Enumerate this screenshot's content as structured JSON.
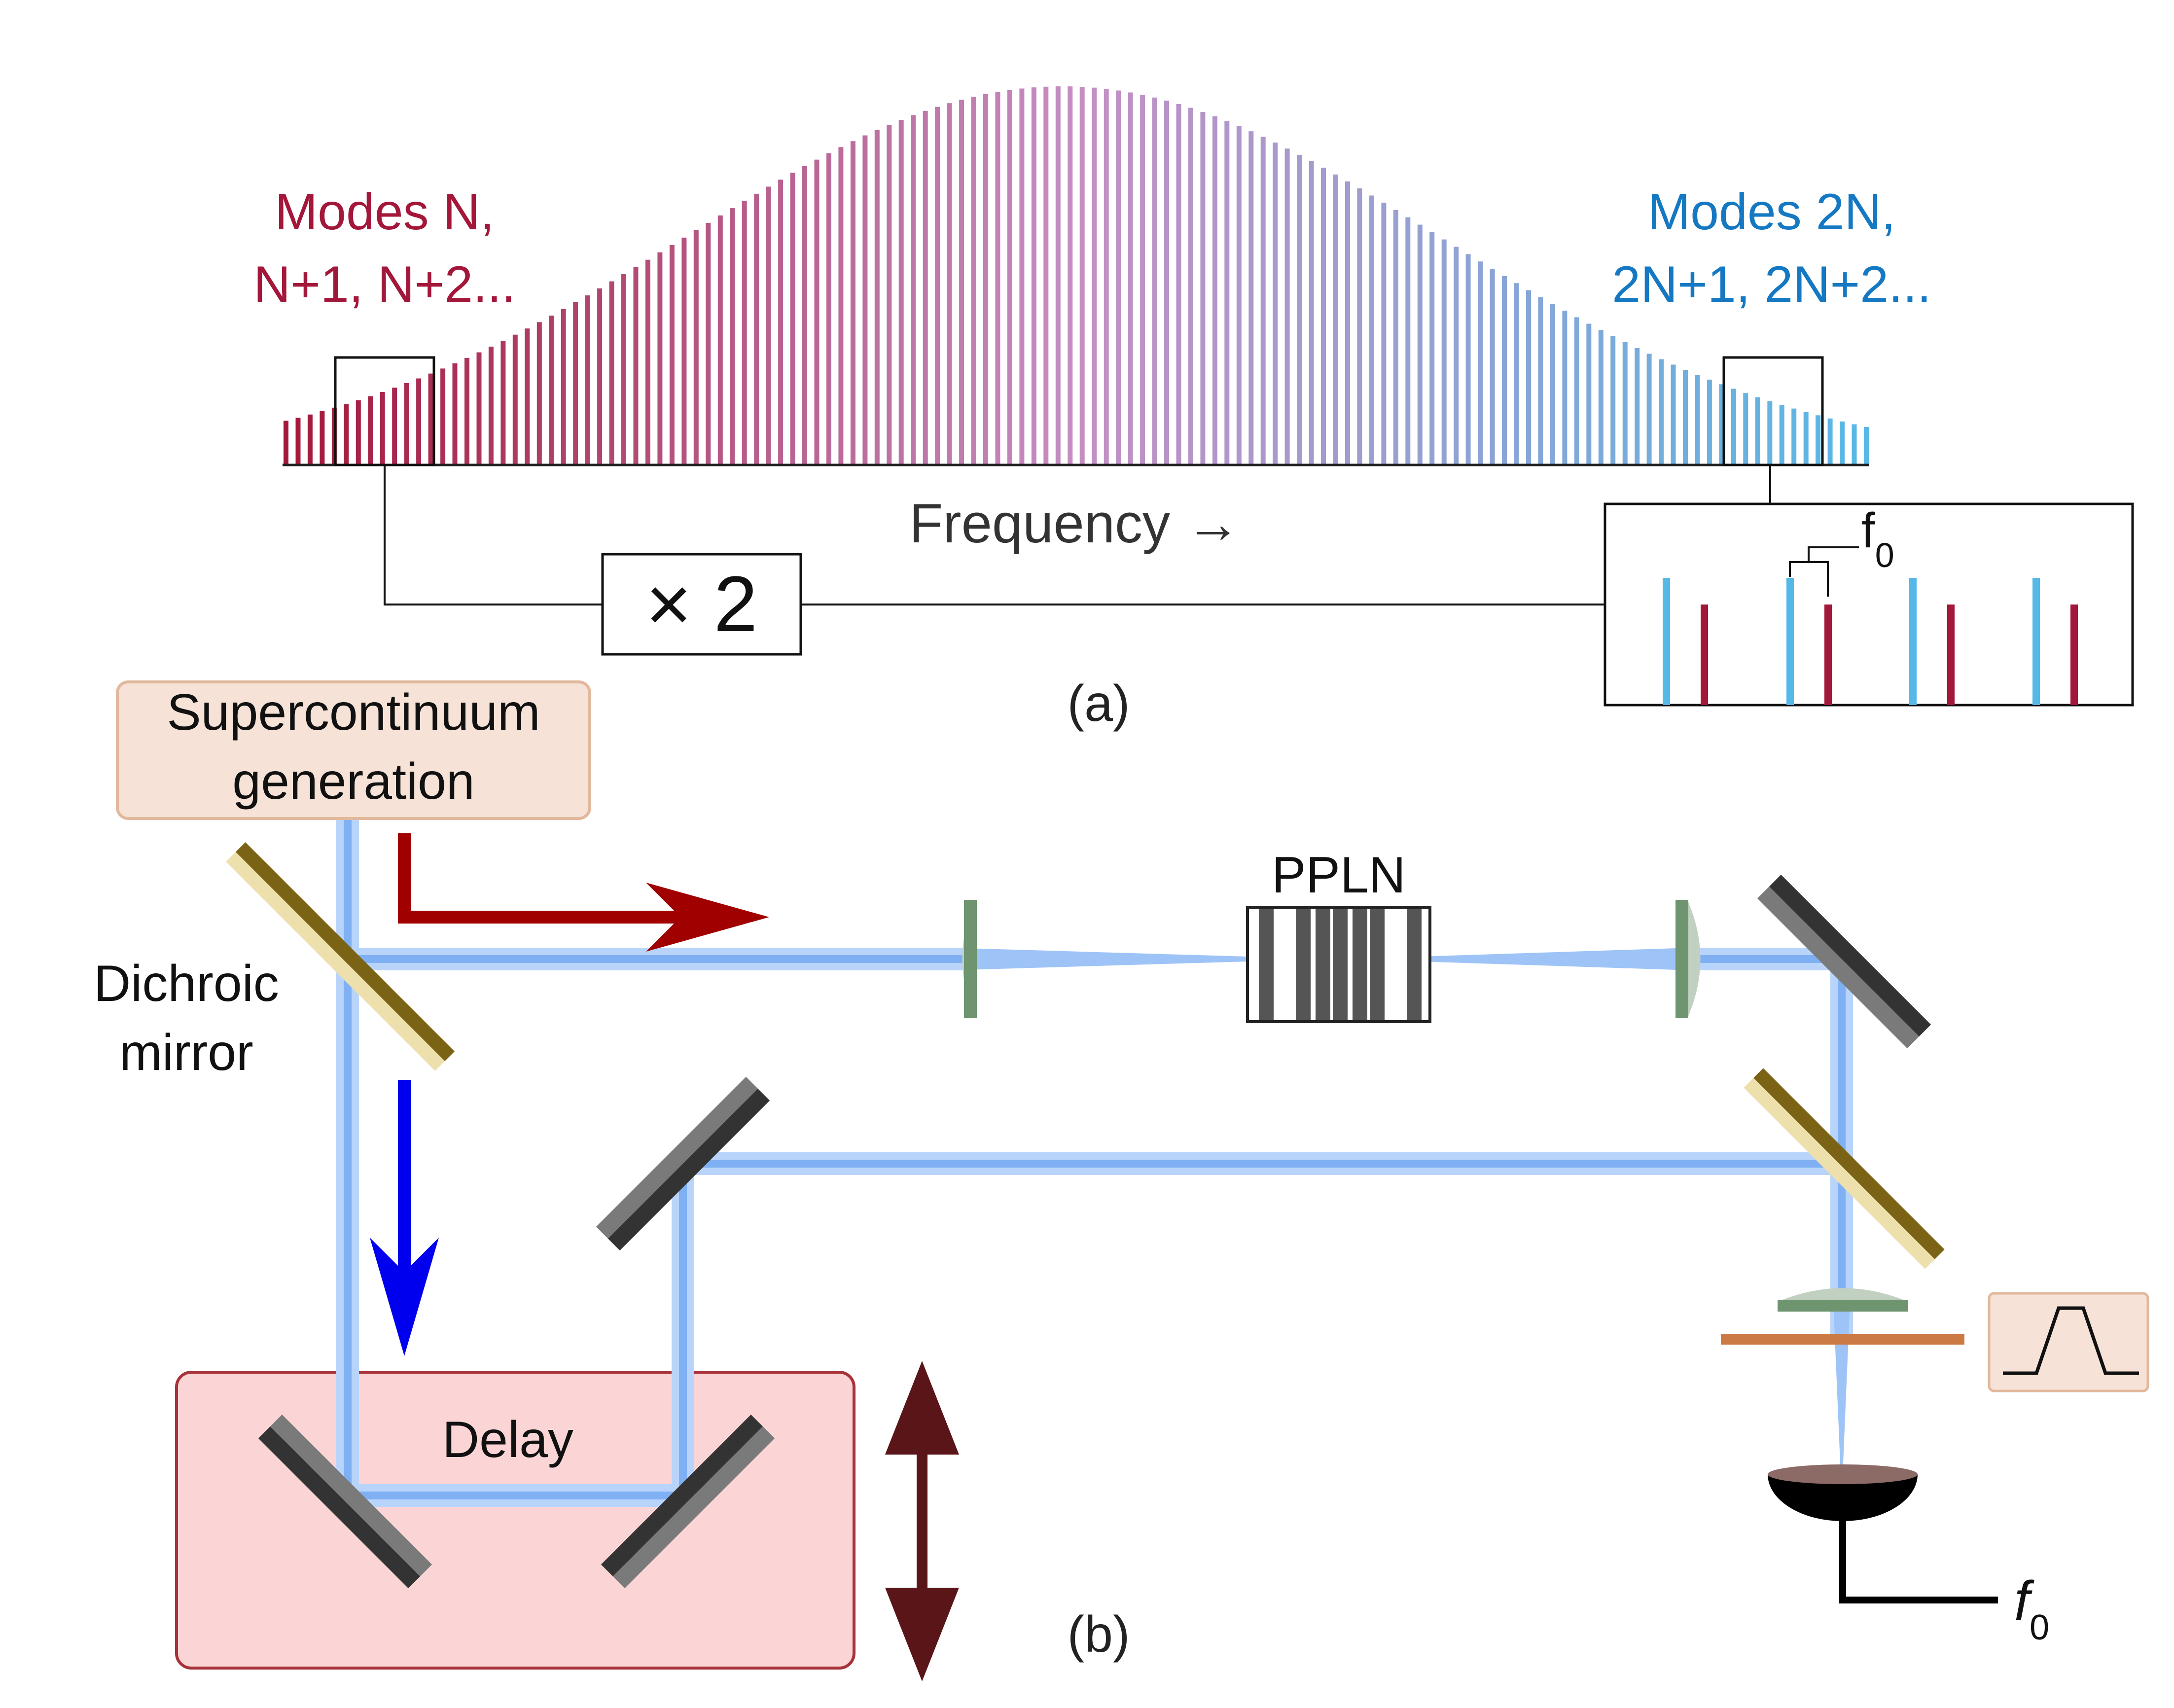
{
  "panel_a": {
    "left_modes_label": [
      "Modes N,",
      "N+1, N+2..."
    ],
    "right_modes_label": [
      "Modes 2N,",
      "2N+1, 2N+2..."
    ],
    "axis_label": "Frequency →",
    "doubler_label": "× 2",
    "inset_label_main": "f",
    "inset_label_sub": "0",
    "caption": "(a)",
    "comb_line_count": 132,
    "colors": {
      "red_mode": "#a3173a",
      "mid_mode": "#c58ec3",
      "blue_mode": "#56b8e6"
    }
  },
  "panel_b": {
    "scg_label": [
      "Supercontinuum",
      "generation"
    ],
    "dichroic_label": [
      "Dichroic",
      "mirror"
    ],
    "ppln_label": "PPLN",
    "delay_label": "Delay",
    "output_label_main": "f",
    "output_label_sub": "0",
    "caption": "(b)",
    "colors": {
      "beam": "#9ec4f7",
      "red_arrow": "#a00000",
      "blue_arrow": "#0000ee",
      "delay_box": "#fbd5d5",
      "delay_border": "#a8323a",
      "scg_box": "#f6e2d6",
      "filter_bar": "#cc7a44",
      "lens": "#6e9470",
      "mirror_gray": "#6f6f6f",
      "dichroic_gold": "#7b6316",
      "stage_arrow": "#5a1518"
    }
  }
}
